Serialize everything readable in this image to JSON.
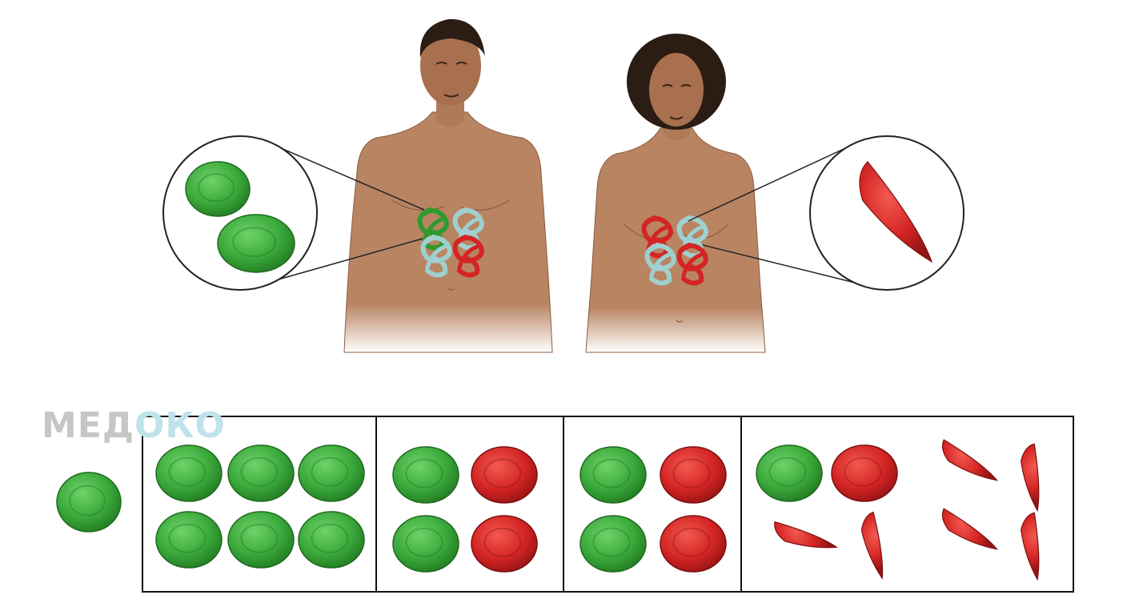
{
  "watermark": {
    "text_left": "МЕД",
    "text_right": "ОКО",
    "color_left": "#c6c6c6",
    "color_right": "#bfe3ea",
    "accent_color": "#ff8fa3"
  },
  "colors": {
    "normal_cell": "#3aa83a",
    "sickle_cell": "#d42424",
    "skin": "#b98462",
    "hair": "#2b1d14",
    "normal_hemoglobin_tint": "#9fd0cf"
  },
  "figures": [
    {
      "id": "male",
      "magnified_cell": "normal-round",
      "hemoglobin": [
        "green",
        "light",
        "light",
        "red"
      ]
    },
    {
      "id": "female",
      "magnified_cell": "sickle",
      "hemoglobin": [
        "red",
        "light",
        "light",
        "red"
      ]
    }
  ],
  "genotype_panels": [
    {
      "id": "legend-single",
      "cells": [
        "normal"
      ]
    },
    {
      "id": "panel-1",
      "cells": [
        "normal",
        "normal",
        "normal",
        "normal",
        "normal",
        "normal"
      ]
    },
    {
      "id": "panel-2",
      "cells": [
        "normal",
        "trait",
        "normal",
        "trait"
      ]
    },
    {
      "id": "panel-3",
      "cells": [
        "normal",
        "trait",
        "normal",
        "trait"
      ]
    },
    {
      "id": "panel-4",
      "cells": [
        "normal",
        "trait",
        "sickle",
        "sickle",
        "sickle",
        "sickle",
        "sickle",
        "sickle"
      ]
    }
  ]
}
